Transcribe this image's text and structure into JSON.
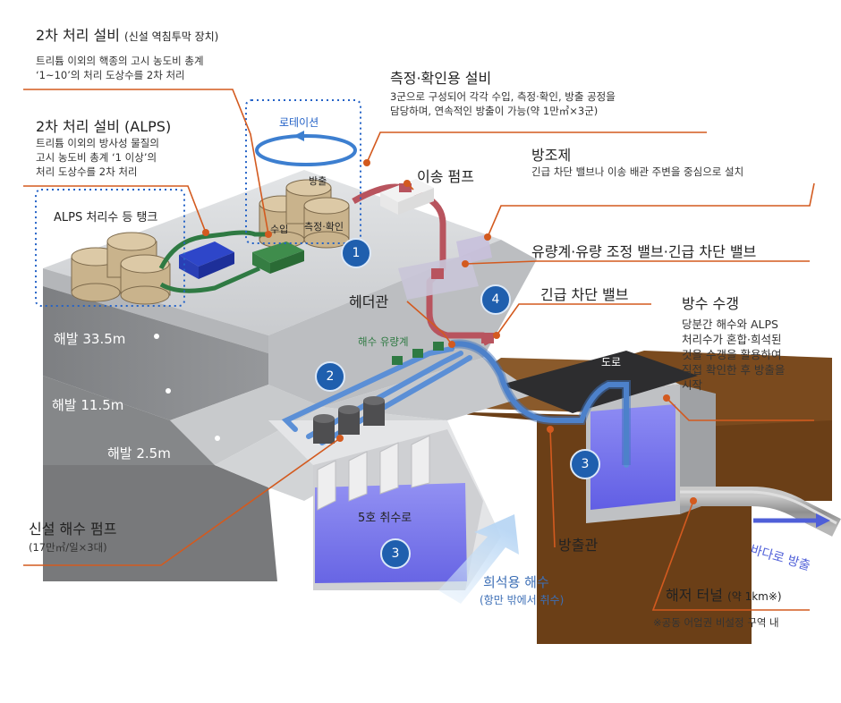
{
  "labels": {
    "secondary_new": {
      "title": "2차 처리 설비",
      "sub": "(신설 역침투막 장치)",
      "desc1": "트리튬 이외의 핵종의 고시 농도비 총계",
      "desc2": "‘1~10’의 처리 도상수를 2차 처리"
    },
    "secondary_alps": {
      "title": "2차 처리 설비 (ALPS)",
      "desc1": "트리튬 이외의 방사성 물질의",
      "desc2": "고시 농도비 총계 ‘1 이상’의",
      "desc3": "처리 도상수를 2차 처리"
    },
    "alps_tank": "ALPS 처리수 등 탱크",
    "rotation": "로테이션",
    "tank_discharge": "방출",
    "tank_intake": "수입",
    "tank_measure": "측정·확인",
    "measure_facility": {
      "title": "측정·확인용 설비",
      "desc1": "3군으로 구성되어 각각 수입, 측정·확인, 방출 공정을",
      "desc2": "담당하며, 연속적인 방출이 가능(약 1만㎥×3군)"
    },
    "transfer_pump": "이송 펌프",
    "levee": {
      "title": "방조제",
      "desc": "긴급 차단 밸브나 이송 배관 주변을 중심으로 설치"
    },
    "flowmeter_valves": "유량계·유량 조정 밸브·긴급 차단 밸브",
    "emergency_valve": "긴급 차단 밸브",
    "header_pipe": "헤더관",
    "seawater_flowmeter": "해수 유량계",
    "discharge_shaft": {
      "title": "방수 수갱",
      "desc1": "당분간 해수와 ALPS",
      "desc2": "처리수가 혼합·희석된",
      "desc3": "것을 수갱을 활용하여",
      "desc4": "직접 확인한 후 방출을",
      "desc5": "시작"
    },
    "road": "도로",
    "elev_1": "해발 33.5m",
    "elev_2": "해발 11.5m",
    "elev_3": "해발 2.5m",
    "intake_channel": "5호 취수로",
    "new_pump": {
      "title": "신설 해수 펌프",
      "desc": "(17만㎥/일×3대)"
    },
    "dilution_seawater": {
      "title": "희석용 해수",
      "sub": "(항만 밖에서 취수)"
    },
    "discharge_pipe": "방출관",
    "to_sea": "바다로 방출",
    "undersea_tunnel": {
      "title": "해저 터널",
      "sub": "(약 1km※)"
    },
    "footnote": "※공동 어업권 비설정 구역 내"
  },
  "badges": [
    "1",
    "2",
    "3",
    "3",
    "4"
  ],
  "colors": {
    "concrete_top": "#d6d8da",
    "concrete_side": "#8a8c8f",
    "concrete_front": "#a9abae",
    "soil": "#6b3f17",
    "water": "#6e6cf0",
    "pipe_red": "#b8545e",
    "pipe_blue": "#5b8fd6",
    "pipe_green": "#2f7a43",
    "leader": "#d35a1f",
    "badge": "#1f5fae",
    "dotted": "#2563c7"
  }
}
